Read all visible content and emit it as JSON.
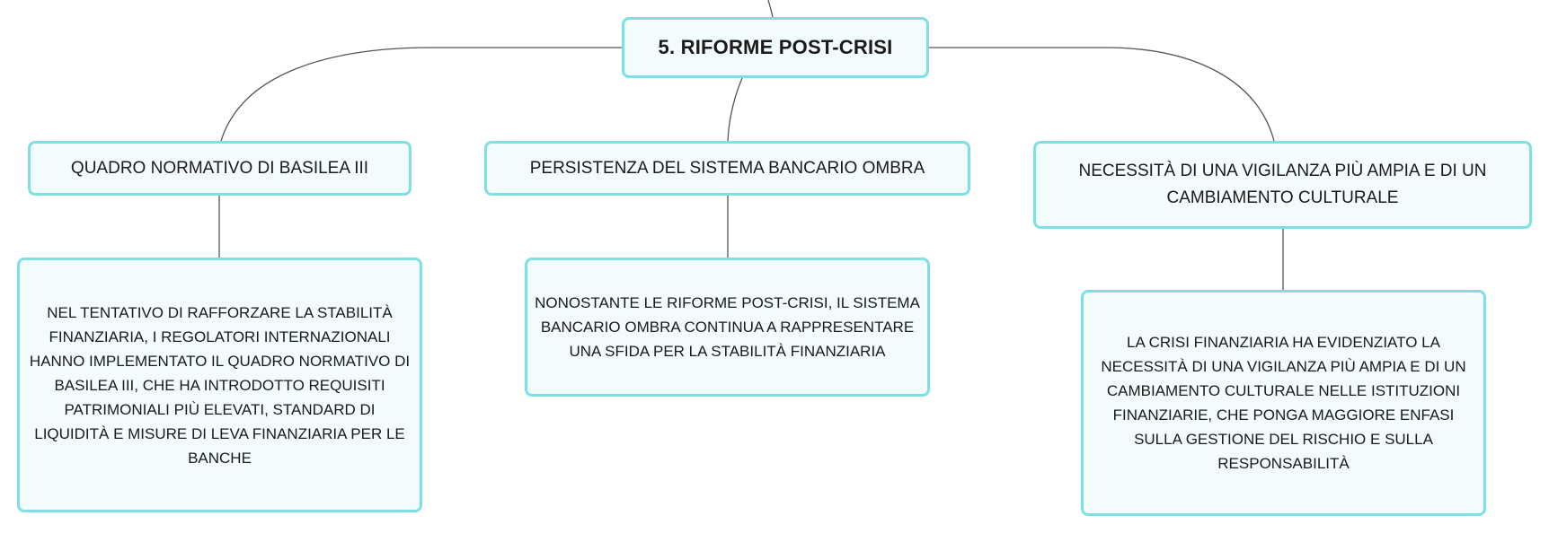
{
  "root": {
    "title": "5. RIFORME POST-CRISI"
  },
  "branches": [
    {
      "title": "QUADRO NORMATIVO DI BASILEA III",
      "detail": "NEL TENTATIVO DI RAFFORZARE LA STABILITÀ FINANZIARIA, I REGOLATORI INTERNAZIONALI HANNO IMPLEMENTATO IL QUADRO NORMATIVO DI BASILEA III, CHE HA INTRODOTTO REQUISITI PATRIMONIALI PIÙ ELEVATI, STANDARD DI LIQUIDITÀ E MISURE DI LEVA FINANZIARIA PER LE BANCHE"
    },
    {
      "title": "PERSISTENZA DEL SISTEMA BANCARIO OMBRA",
      "detail": "NONOSTANTE LE RIFORME POST-CRISI, IL SISTEMA BANCARIO OMBRA CONTINUA A RAPPRESENTARE UNA SFIDA PER LA STABILITÀ FINANZIARIA"
    },
    {
      "title": "NECESSITÀ DI UNA VIGILANZA PIÙ AMPIA E DI UN CAMBIAMENTO CULTURALE",
      "detail": "LA CRISI FINANZIARIA HA EVIDENZIATO LA NECESSITÀ DI UNA VIGILANZA PIÙ AMPIA E DI UN CAMBIAMENTO CULTURALE NELLE ISTITUZIONI FINANZIARIE, CHE PONGA MAGGIORE ENFASI SULLA GESTIONE DEL RISCHIO E SULLA RESPONSABILITÀ"
    }
  ],
  "colors": {
    "node_border": "#7fe0e3",
    "node_fill": "#f2fcfc",
    "connector": "#555555"
  }
}
